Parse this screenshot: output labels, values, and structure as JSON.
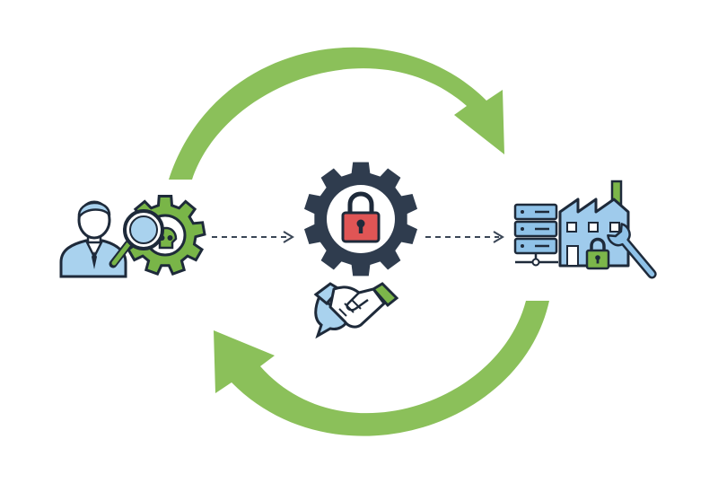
{
  "colors": {
    "background": "#ffffff",
    "cycle_arrow": "#8bc05a",
    "gear_dark": "#2f3c4e",
    "gear_green": "#79b548",
    "outline": "#1e2a3a",
    "lock_red": "#e05555",
    "lock_green": "#7cb64a",
    "person_blue": "#a9d2ee",
    "factory_blue": "#9fcbec",
    "server_blue": "#8fc2e8",
    "hand_blue": "#a9d2ee",
    "dashed_line": "#3a4656"
  },
  "nodes": [
    {
      "id": "analyst",
      "icons": [
        "person-icon",
        "magnifier-icon",
        "skull-icon",
        "green-gear-icon"
      ]
    },
    {
      "id": "secure-process",
      "icons": [
        "dark-gear-icon",
        "padlock-icon",
        "handshake-icon",
        "speech-bubble-icon"
      ]
    },
    {
      "id": "infrastructure",
      "icons": [
        "server-rack-icon",
        "factory-icon",
        "padlock-icon",
        "wrench-icon"
      ]
    }
  ],
  "flows": [
    {
      "from": "analyst",
      "to": "secure-process",
      "style": "dashed-arrow"
    },
    {
      "from": "secure-process",
      "to": "infrastructure",
      "style": "dashed-arrow"
    }
  ],
  "cycle": {
    "arrows": 2,
    "direction": "clockwise"
  }
}
